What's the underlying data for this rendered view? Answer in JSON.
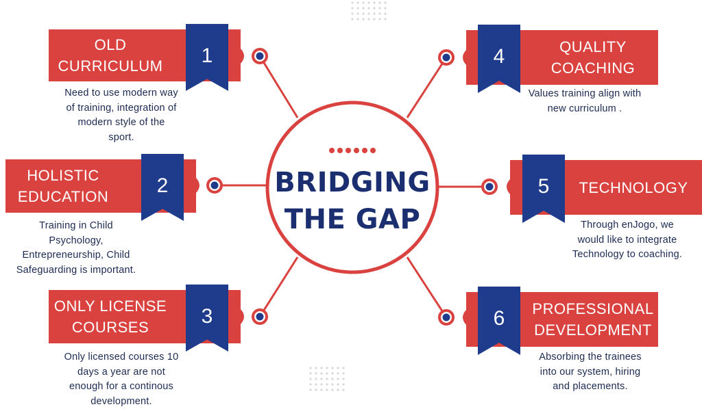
{
  "center": {
    "line1": "BRIDGING",
    "line2": "THE GAP"
  },
  "items": [
    {
      "number": "1",
      "title_line1": "OLD",
      "title_line2": "CURRICULUM",
      "desc_lines": [
        "Need to use modern way",
        "of training, integration of",
        "modern style of the",
        "sport."
      ]
    },
    {
      "number": "2",
      "title_line1": "HOLISTIC",
      "title_line2": "EDUCATION",
      "desc_lines": [
        "Training in Child",
        "Psychology,",
        "Entrepreneurship, Child",
        "Safeguarding is important."
      ]
    },
    {
      "number": "3",
      "title_line1": "ONLY LICENSE",
      "title_line2": "COURSES",
      "desc_lines": [
        "Only licensed courses 10",
        "days a year are not",
        "enough for a continous",
        "development."
      ]
    },
    {
      "number": "4",
      "title_line1": "QUALITY",
      "title_line2": "COACHING",
      "desc_lines": [
        "Values training align with",
        "new curriculum ."
      ]
    },
    {
      "number": "5",
      "title_line1": "TECHNOLOGY",
      "title_line2": "",
      "desc_lines": [
        "Through enJogo, we",
        "would like to integrate",
        "Technology to coaching."
      ]
    },
    {
      "number": "6",
      "title_line1": "PROFESSIONAL",
      "title_line2": "DEVELOPMENT",
      "desc_lines": [
        "Absorbing the trainees",
        "into our system, hiring",
        "and placements."
      ]
    }
  ],
  "colors": {
    "red": "#d9423f",
    "navy": "#1f3b8c",
    "text": "#1c2a52",
    "title": "#1b2e6f"
  }
}
